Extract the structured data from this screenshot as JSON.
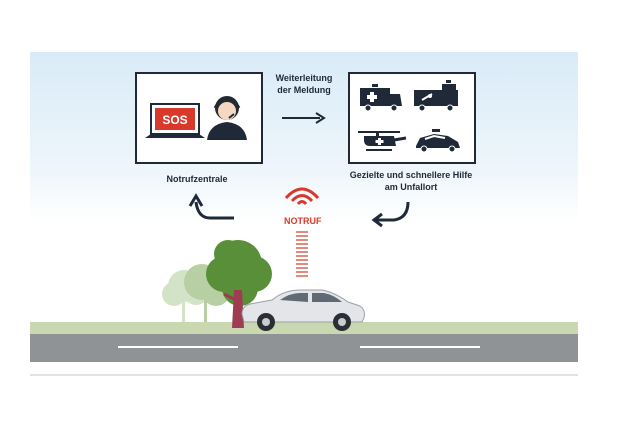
{
  "labels": {
    "forwarding": [
      "Weiterleitung",
      "der Meldung"
    ],
    "call_center": "Notrufzentrale",
    "help": [
      "Gezielte und schnellere Hilfe",
      "am Unfallort"
    ],
    "emergency_call": "NOTRUF",
    "sos": "SOS"
  },
  "colors": {
    "accent_red": "#d8392b",
    "dark": "#1f2937",
    "tree_green": "#5a8f3a"
  },
  "icons": [
    "operator-icon",
    "laptop-sos-icon",
    "ambulance-icon",
    "tow-truck-icon",
    "helicopter-icon",
    "police-car-icon",
    "crashed-car-icon",
    "tree-icon",
    "signal-waves-icon"
  ]
}
